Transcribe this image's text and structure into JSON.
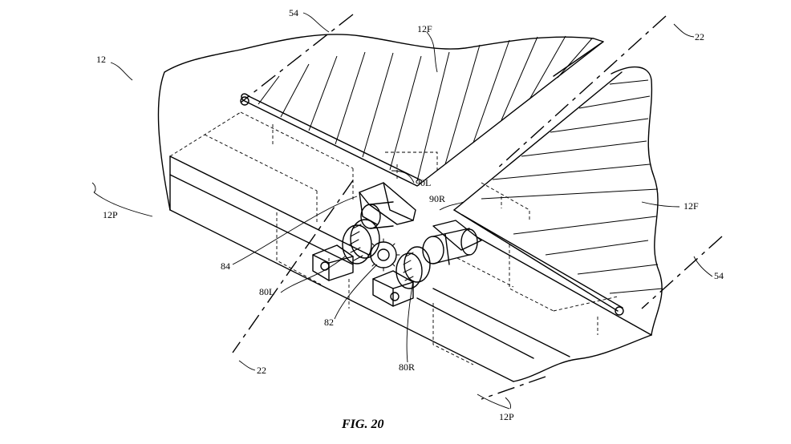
{
  "figure": {
    "caption": "FIG. 20"
  },
  "labels": {
    "l54_top": "54",
    "l12F_top": "12F",
    "l22_top": "22",
    "l12": "12",
    "l12P_left": "12P",
    "l90L": "90L",
    "l90R": "90R",
    "l12F_right": "12F",
    "l84": "84",
    "l80L": "80L",
    "l82": "82",
    "l80R": "80R",
    "l54_right": "54",
    "l22_bottom": "22",
    "l12P_bottom": "12P"
  }
}
